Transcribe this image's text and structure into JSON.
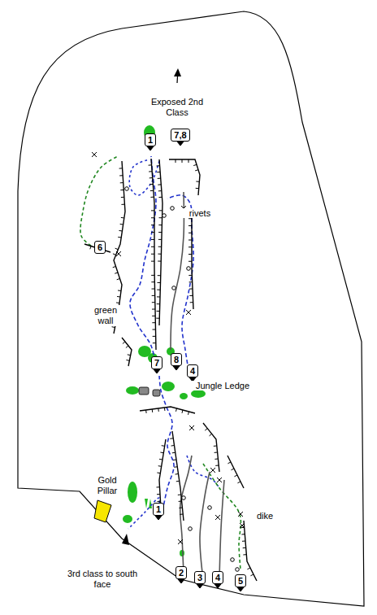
{
  "diagram": {
    "nodes": [
      {
        "text": [
          "1"
        ]
      },
      {
        "text": [
          "7,8"
        ]
      },
      {
        "text": [
          "6"
        ]
      },
      {
        "text": [
          "7"
        ]
      },
      {
        "text": [
          "8"
        ]
      },
      {
        "text": [
          "4"
        ]
      },
      {
        "text": [
          "Gold Pillar"
        ]
      },
      {
        "text": [
          "1"
        ]
      },
      {
        "text": [
          "2"
        ]
      },
      {
        "text": [
          "3"
        ]
      },
      {
        "text": [
          "4"
        ]
      },
      {
        "text": [
          "5"
        ]
      }
    ],
    "labels": [
      "Exposed 2nd Class",
      "rivets",
      "green wall",
      "Jungle Ledge",
      "3rd class to south face",
      "dike"
    ]
  }
}
